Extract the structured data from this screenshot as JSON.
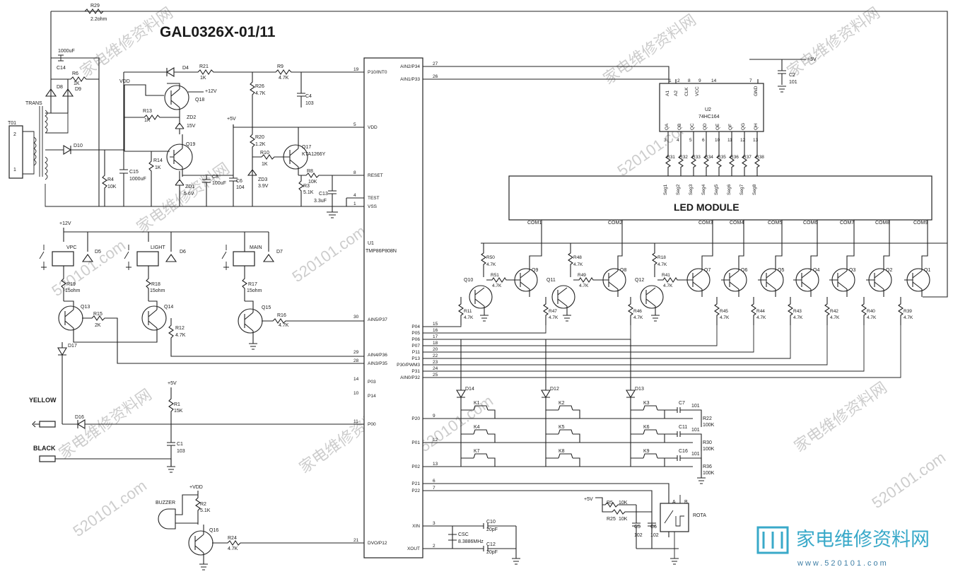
{
  "title": "GAL0326X-01/11",
  "colors": {
    "ink": "#222222",
    "watermark": "#9a9ab0",
    "logo": "#39a9c9"
  },
  "mcu": {
    "ref": "U1",
    "part": "TMP86P808N",
    "left_pins": [
      {
        "num": "19",
        "name": "P10/INT0"
      },
      {
        "num": "5",
        "name": "VDD"
      },
      {
        "num": "8",
        "name": "RESET"
      },
      {
        "num": "4",
        "name": "TEST"
      },
      {
        "num": "1",
        "name": "VSS"
      },
      {
        "num": "30",
        "name": "AIN5/P37"
      },
      {
        "num": "29",
        "name": "AIN4/P36"
      },
      {
        "num": "28",
        "name": "AIN3/P35"
      },
      {
        "num": "14",
        "name": "P03"
      },
      {
        "num": "10",
        "name": "P14"
      },
      {
        "num": "11",
        "name": "P00"
      },
      {
        "num": "21",
        "name": "DVO/P12"
      }
    ],
    "right_pins": [
      {
        "num": "27",
        "name": "AIN2/P34"
      },
      {
        "num": "26",
        "name": "AIN1/P33"
      },
      {
        "num": "15",
        "name": "P04"
      },
      {
        "num": "16",
        "name": "P05"
      },
      {
        "num": "17",
        "name": "P06"
      },
      {
        "num": "18",
        "name": "P07"
      },
      {
        "num": "20",
        "name": "P11"
      },
      {
        "num": "22",
        "name": "P13"
      },
      {
        "num": "23",
        "name": "P30/PWM3"
      },
      {
        "num": "24",
        "name": "P31"
      },
      {
        "num": "25",
        "name": "AIN0/P32"
      },
      {
        "num": "9",
        "name": "P20"
      },
      {
        "num": "12",
        "name": "P01"
      },
      {
        "num": "13",
        "name": "P02"
      },
      {
        "num": "6",
        "name": "P21"
      },
      {
        "num": "7",
        "name": "P22"
      },
      {
        "num": "3",
        "name": "XIN"
      },
      {
        "num": "2",
        "name": "XOUT"
      }
    ]
  },
  "shift_register": {
    "ref": "U2",
    "part": "74HC164",
    "top_pins": [
      "A1",
      "A2",
      "CLK",
      "VCC",
      "GND"
    ],
    "top_nums": [
      "1",
      "2",
      "8",
      "9",
      "14",
      "7"
    ],
    "outputs": [
      "QA",
      "QB",
      "QC",
      "QD",
      "QE",
      "QF",
      "QG",
      "QH"
    ],
    "output_nums": [
      "3",
      "4",
      "5",
      "6",
      "10",
      "11",
      "12",
      "13"
    ]
  },
  "led_module": {
    "label": "LED MODULE",
    "segments": [
      "Seg1",
      "Seg2",
      "Seg3",
      "Seg4",
      "Seg5",
      "Seg6",
      "Seg7",
      "Seg8"
    ],
    "seg_resistors": [
      "R31",
      "R32",
      "R33",
      "R34",
      "R35",
      "R36",
      "R37",
      "R38"
    ],
    "commons": [
      "COM1",
      "COM2",
      "COM3",
      "COM4",
      "COM5",
      "COM6",
      "COM7",
      "COM8",
      "COM9"
    ]
  },
  "driver_transistors": [
    "Q1",
    "Q2",
    "Q3",
    "Q4",
    "Q5",
    "Q6",
    "Q7",
    "Q8",
    "Q9"
  ],
  "pre_drivers": [
    "Q10",
    "Q11",
    "Q12"
  ],
  "base_resistors": [
    {
      "ref": "R39",
      "val": "4.7K"
    },
    {
      "ref": "R40",
      "val": "4.7K"
    },
    {
      "ref": "R42",
      "val": "4.7K"
    },
    {
      "ref": "R43",
      "val": "4.7K"
    },
    {
      "ref": "R44",
      "val": "4.7K"
    },
    {
      "ref": "R45",
      "val": "4.7K"
    },
    {
      "ref": "R46",
      "val": "4.7K"
    },
    {
      "ref": "R47",
      "val": "4.7K"
    },
    {
      "ref": "R11",
      "val": "4.7K"
    }
  ],
  "pullups": [
    {
      "ref": "R50",
      "val": "4.7K"
    },
    {
      "ref": "R51",
      "val": "4.7K"
    },
    {
      "ref": "R48",
      "val": "4.7K"
    },
    {
      "ref": "R49",
      "val": "4.7K"
    },
    {
      "ref": "R18",
      "val": "4.7K"
    },
    {
      "ref": "R41",
      "val": "4.7K"
    }
  ],
  "power": {
    "R29": "R29",
    "R29_val": "2.2ohm",
    "C14": "C14",
    "C14_val": "1000uF",
    "trans": "TRANS",
    "T01": "T01",
    "pin2": "2",
    "pin1": "1",
    "D8": "D8",
    "D9": "D9",
    "R6": "R6",
    "R6_val": "1K",
    "D10": "D10",
    "R4": "R4",
    "R4_val": "10K",
    "C15": "C15",
    "C15_val": "1000uF",
    "D4": "D4",
    "R21": "R21",
    "R21_val": "1K",
    "R9": "R9",
    "R9_val": "4.7K",
    "C4": "C4",
    "C4_val": "103",
    "VDD": "VDD",
    "Q18": "Q18",
    "v12": "+12V",
    "R13": "R13",
    "R13_val": "1K",
    "ZD2": "ZD2",
    "ZD2_val": "15V",
    "Q19": "Q19",
    "R14": "R14",
    "R14_val": "1K",
    "ZD1": "ZD1",
    "ZD1_val": "5.6V",
    "C8": "C8",
    "C8_val": "100uF",
    "C6": "C6",
    "C6_val": "104",
    "v5": "+5V",
    "R26": "R26",
    "R26_val": "4.7K",
    "R20": "R20",
    "R20_val": "1.2K",
    "R10": "R10",
    "R10_val": "1K",
    "ZD3": "ZD3",
    "ZD3_val": "3.9V",
    "Q17": "Q17",
    "Q17_part": "KTA1266Y",
    "R8": "R8",
    "R8_val": "10K",
    "R3": "R3",
    "R3_val": "5.1K",
    "C13": "C13",
    "C13_val": "3.3uF"
  },
  "relays": {
    "v12": "+12V",
    "VPC": "VPC",
    "LIGHT": "LIGHT",
    "MAIN": "MAIN",
    "D5": "D5",
    "D6": "D6",
    "D7": "D7",
    "R19": "R19",
    "R19_val": "15ohm",
    "R18": "R18",
    "R18_val": "15ohm",
    "R17": "R17",
    "R17_val": "15ohm",
    "Q13": "Q13",
    "Q14": "Q14",
    "Q15": "Q15",
    "R15": "R15",
    "R15_val": "2K",
    "R12": "R12",
    "R12_val": "4.7K",
    "R16": "R16",
    "R16_val": "4.7K",
    "D17": "D17"
  },
  "io": {
    "yellow": "YELLOW",
    "black": "BLACK",
    "D16": "D16",
    "v5": "+5V",
    "R1": "R1",
    "R1_val": "15K",
    "C1": "C1",
    "C1_val": "103",
    "vdd": "+VDD",
    "buzzer": "BUZZER",
    "R2": "R2",
    "R2_val": "5.1K",
    "Q16": "Q16",
    "R24": "R24",
    "R24_val": "4.7K"
  },
  "keys": {
    "D14": "D14",
    "D12": "D12",
    "D13": "D13",
    "K": [
      "K1",
      "K2",
      "K3",
      "K4",
      "K5",
      "K6",
      "K7",
      "K8",
      "K9"
    ],
    "C7": "C7",
    "C7_val": "101",
    "R22": "R22",
    "R22_val": "100K",
    "C11": "C11",
    "C11_val": "101",
    "R30": "R30",
    "R30_val": "100K",
    "C16": "C16",
    "C16_val": "101",
    "R36": "R36",
    "R36_val": "100K"
  },
  "rotary": {
    "v5": "+5V",
    "R5": "R5",
    "R5_val": "10K",
    "R25": "R25",
    "R25_val": "10K",
    "C5": "C5",
    "C5_val": "102",
    "C6": "C6",
    "C6_val": "102",
    "rota": "ROTA",
    "A": "A",
    "B": "B",
    "C10": "C10",
    "C10_val": "20pF",
    "C12": "C12",
    "C12_val": "20pF",
    "CSC": "CSC",
    "CSC_val": "8.3886MHz"
  },
  "c2": {
    "ref": "C2",
    "val": "101",
    "v5": "+5V"
  },
  "watermark": {
    "cn": "家电维修资料网",
    "url": "520101.com"
  },
  "logo": {
    "cn": "家电维修资料网",
    "url": "www.520101.com"
  }
}
